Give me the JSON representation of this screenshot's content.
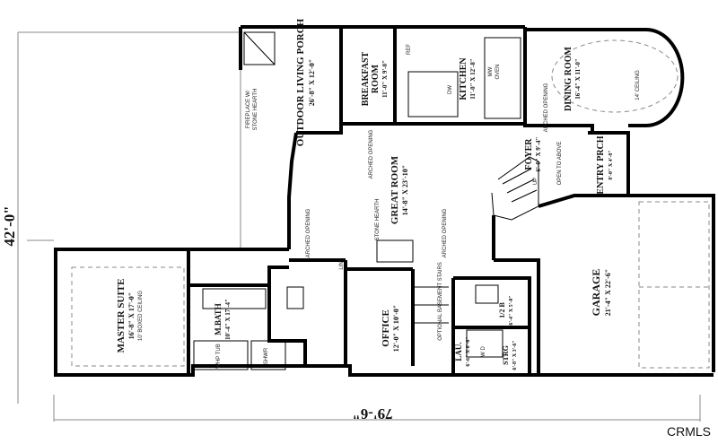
{
  "dimensions": {
    "depth": "42'-0\"",
    "width": "79'-6\""
  },
  "rooms": {
    "outdoor_living_porch": {
      "name": "OUTDOOR LIVING PORCH",
      "size": "26'-8\" X 12'-0\""
    },
    "fireplace_note": {
      "line1": "FIREPLACE W/",
      "line2": "STONE HEARTH"
    },
    "breakfast_room": {
      "name_line1": "BREAKFAST",
      "name_line2": "ROOM",
      "size": "11'-0\" X 9'-0\""
    },
    "kitchen": {
      "name": "KITCHEN",
      "size": "11'-0\" X 12'-8\""
    },
    "kitchen_labels": {
      "ref": "REF",
      "dw": "DW",
      "mw": "MW",
      "oven": "OVEN"
    },
    "dining_room": {
      "name": "DINING ROOM",
      "size": "16'-4\" X 11'-0\"",
      "ceiling": "14' CEILING"
    },
    "great_room": {
      "name": "GREAT ROOM",
      "size": "14'-8\" X 23'-10\""
    },
    "foyer": {
      "name": "FOYER",
      "size": "6'-0\" X 9'-4\""
    },
    "entry_porch": {
      "name": "ENTRY PRCH",
      "size": "8'-0\" X 4'-8\""
    },
    "master_suite": {
      "name": "MASTER SUITE",
      "size": "16'-8\" X 17'-0\"",
      "ceiling": "10' BOXED CEILING"
    },
    "master_bath": {
      "name": "M.BATH",
      "size": "10'-4\" X 17'-4\""
    },
    "office": {
      "name": "OFFICE",
      "size": "12'-0\" X 10'-0\""
    },
    "garage": {
      "name": "GARAGE",
      "size": "21'-4\" X 22'-6\""
    },
    "laundry": {
      "name": "LAU.",
      "size": "6'-6\" X 6'-6\""
    },
    "half_bath": {
      "name": "1/2 B",
      "size": "6'-4\" X 5'-0\""
    },
    "storage": {
      "name": "STRG",
      "size": "6'-8\" X 3'-6\""
    }
  },
  "notes": {
    "arched_opening": "ARCHED OPENING",
    "stone_hearth": "STONE HEARTH",
    "open_to_above": "OPEN TO ABOVE",
    "optional_basement_stairs": "OPTIONAL BASEMENT STAIRS",
    "up": "UP",
    "lin": "LIN",
    "whp_tub": "WHP TUB",
    "shwr": "SHWR",
    "wd": "W D"
  },
  "watermark": "CRMLS"
}
